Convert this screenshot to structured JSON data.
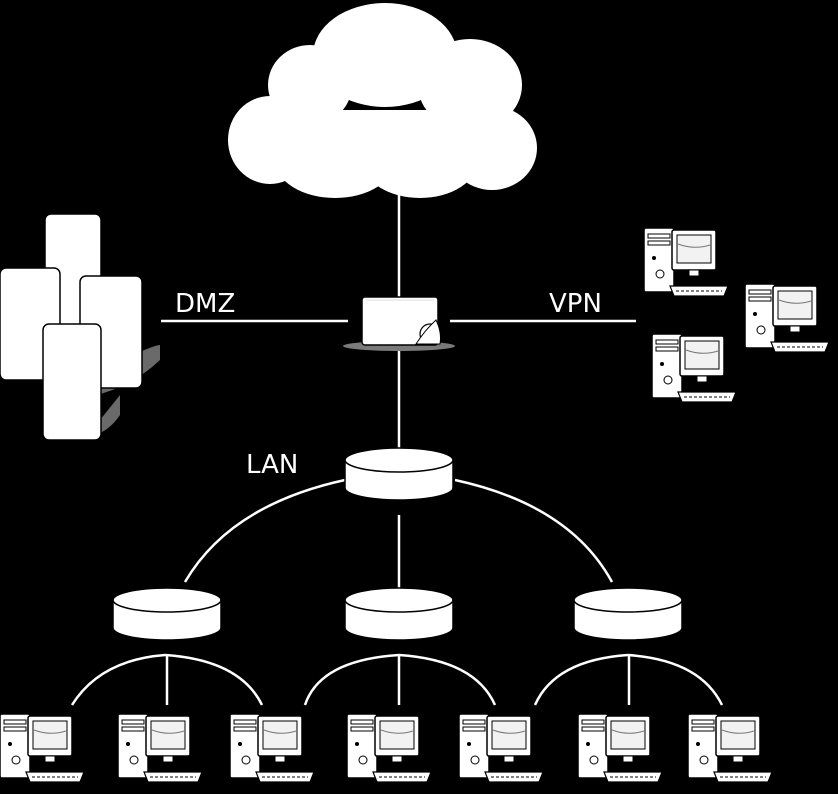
{
  "labels": {
    "dmz": "DMZ",
    "vpn": "VPN",
    "lan": "LAN"
  },
  "colors": {
    "background": "#000000",
    "foreground": "#ffffff",
    "screen": "#f2f2f2",
    "shadow": "#6a6a6a"
  },
  "icons": {
    "internet": "cloud-icon",
    "firewall": "firewall-icon",
    "dmz_servers": "server-icon",
    "vpn_clients": "computer-icon",
    "switches": "switch-icon",
    "lan_clients": "computer-icon"
  }
}
